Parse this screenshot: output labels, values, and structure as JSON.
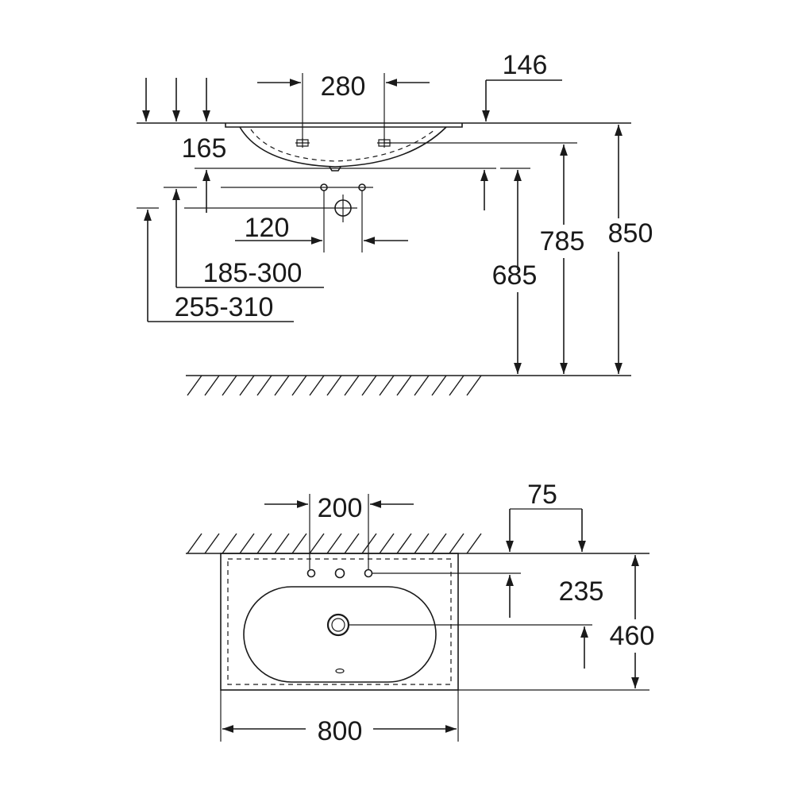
{
  "side_view": {
    "dims": {
      "d280": "280",
      "d146": "146",
      "d165": "165",
      "d120": "120",
      "d185_300": "185-300",
      "d255_310": "255-310",
      "d685": "685",
      "d785": "785",
      "d850": "850"
    }
  },
  "top_view": {
    "dims": {
      "d200": "200",
      "d75": "75",
      "d235": "235",
      "d460": "460",
      "d800": "800"
    }
  }
}
